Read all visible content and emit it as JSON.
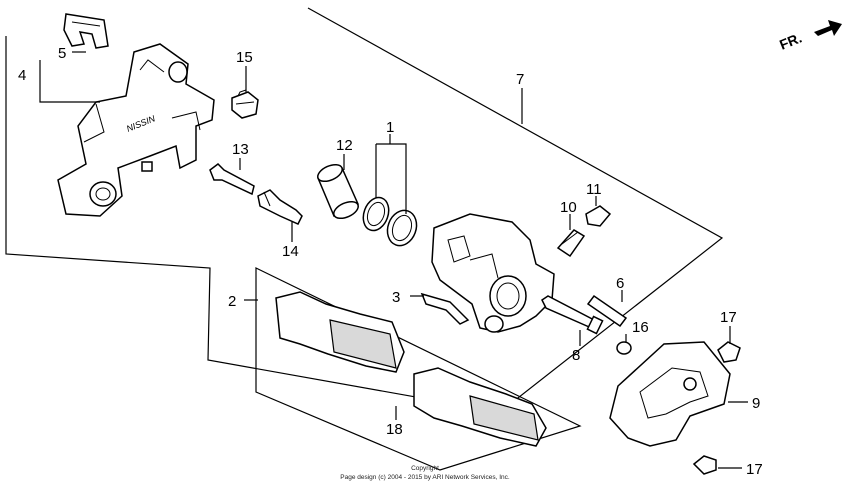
{
  "direction_label": "FR.",
  "copyright": {
    "line1": "Copyright",
    "line2": "Page design (c) 2004 - 2015 by ARI Network Services, Inc."
  },
  "callouts": {
    "c1": "1",
    "c2": "2",
    "c3": "3",
    "c4": "4",
    "c5": "5",
    "c6": "6",
    "c7": "7",
    "c8": "8",
    "c9": "9",
    "c10": "10",
    "c11": "11",
    "c12": "12",
    "c13": "13",
    "c14": "14",
    "c15": "15",
    "c16": "16",
    "c17a": "17",
    "c17b": "17",
    "c18": "18"
  },
  "bracket_logo": "NISSIN"
}
